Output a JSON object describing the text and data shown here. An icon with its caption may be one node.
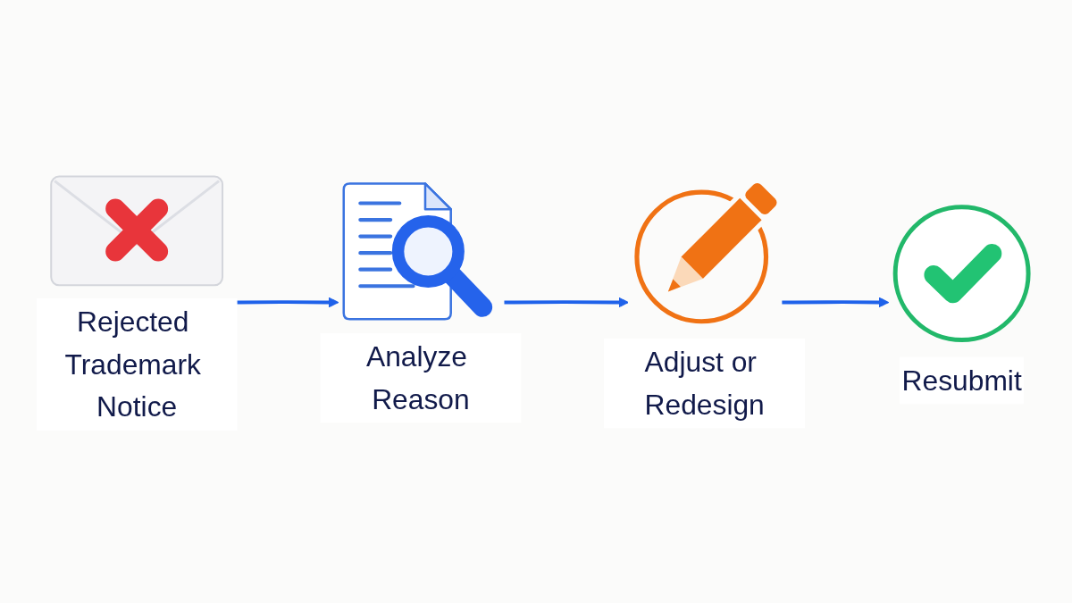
{
  "diagram": {
    "nodes": [
      {
        "text": [
          "Rejected Trademark Notice"
        ]
      },
      {
        "text": [
          "Analyze Reason"
        ]
      },
      {
        "text": [
          "Adjust or Redesign"
        ]
      },
      {
        "text": [
          "Resubmit"
        ]
      }
    ],
    "edges": [
      {
        "from": 0,
        "to": 1,
        "arrow": "to"
      },
      {
        "from": 1,
        "to": 2,
        "arrow": "to"
      },
      {
        "from": 2,
        "to": 3,
        "arrow": "to"
      }
    ]
  }
}
